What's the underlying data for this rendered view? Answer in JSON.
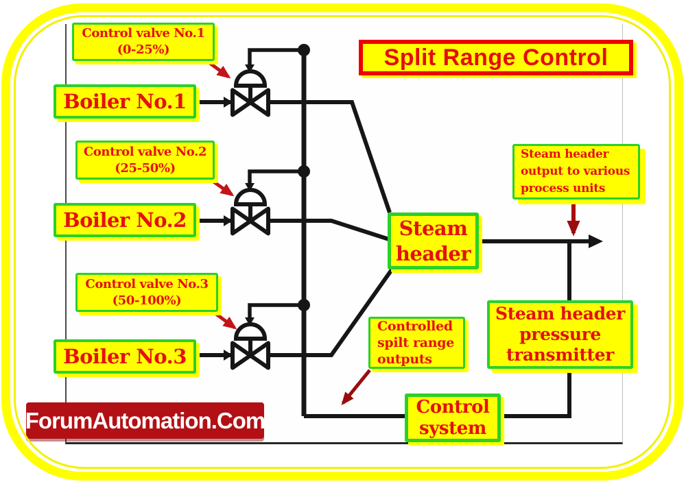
{
  "title": "Split Range Control",
  "brand": "ForumAutomation.Com",
  "boilers": [
    "Boiler No.1",
    "Boiler No.2",
    "Boiler No.3"
  ],
  "valve_callouts": [
    {
      "lines": [
        "Control valve No.1",
        "(0-25%)"
      ]
    },
    {
      "lines": [
        "Control valve No.2",
        "(25-50%)"
      ]
    },
    {
      "lines": [
        "Control valve No.3",
        "(50-100%)"
      ]
    }
  ],
  "steam_header": {
    "lines": [
      "Steam",
      "header"
    ]
  },
  "output_callout": {
    "lines": [
      "Steam header",
      "output to various",
      "process units"
    ]
  },
  "transmitter": {
    "lines": [
      "Steam header",
      "pressure",
      "transmitter"
    ]
  },
  "controlled_outputs": {
    "lines": [
      "Controlled",
      "spilt range",
      "outputs"
    ]
  },
  "control_system": {
    "lines": [
      "Control",
      "system"
    ]
  },
  "colors": {
    "box_fill": "#ffff00",
    "box_border_green": "#29d129",
    "label_red": "#e41111",
    "title_border_red": "#ee0000",
    "line_black": "#161616",
    "callout_arrow_red": "#c31418",
    "dark_arrow_red": "#9a0d0d",
    "banner_red": "#b21015",
    "frame_yellow": "#ffff00"
  }
}
